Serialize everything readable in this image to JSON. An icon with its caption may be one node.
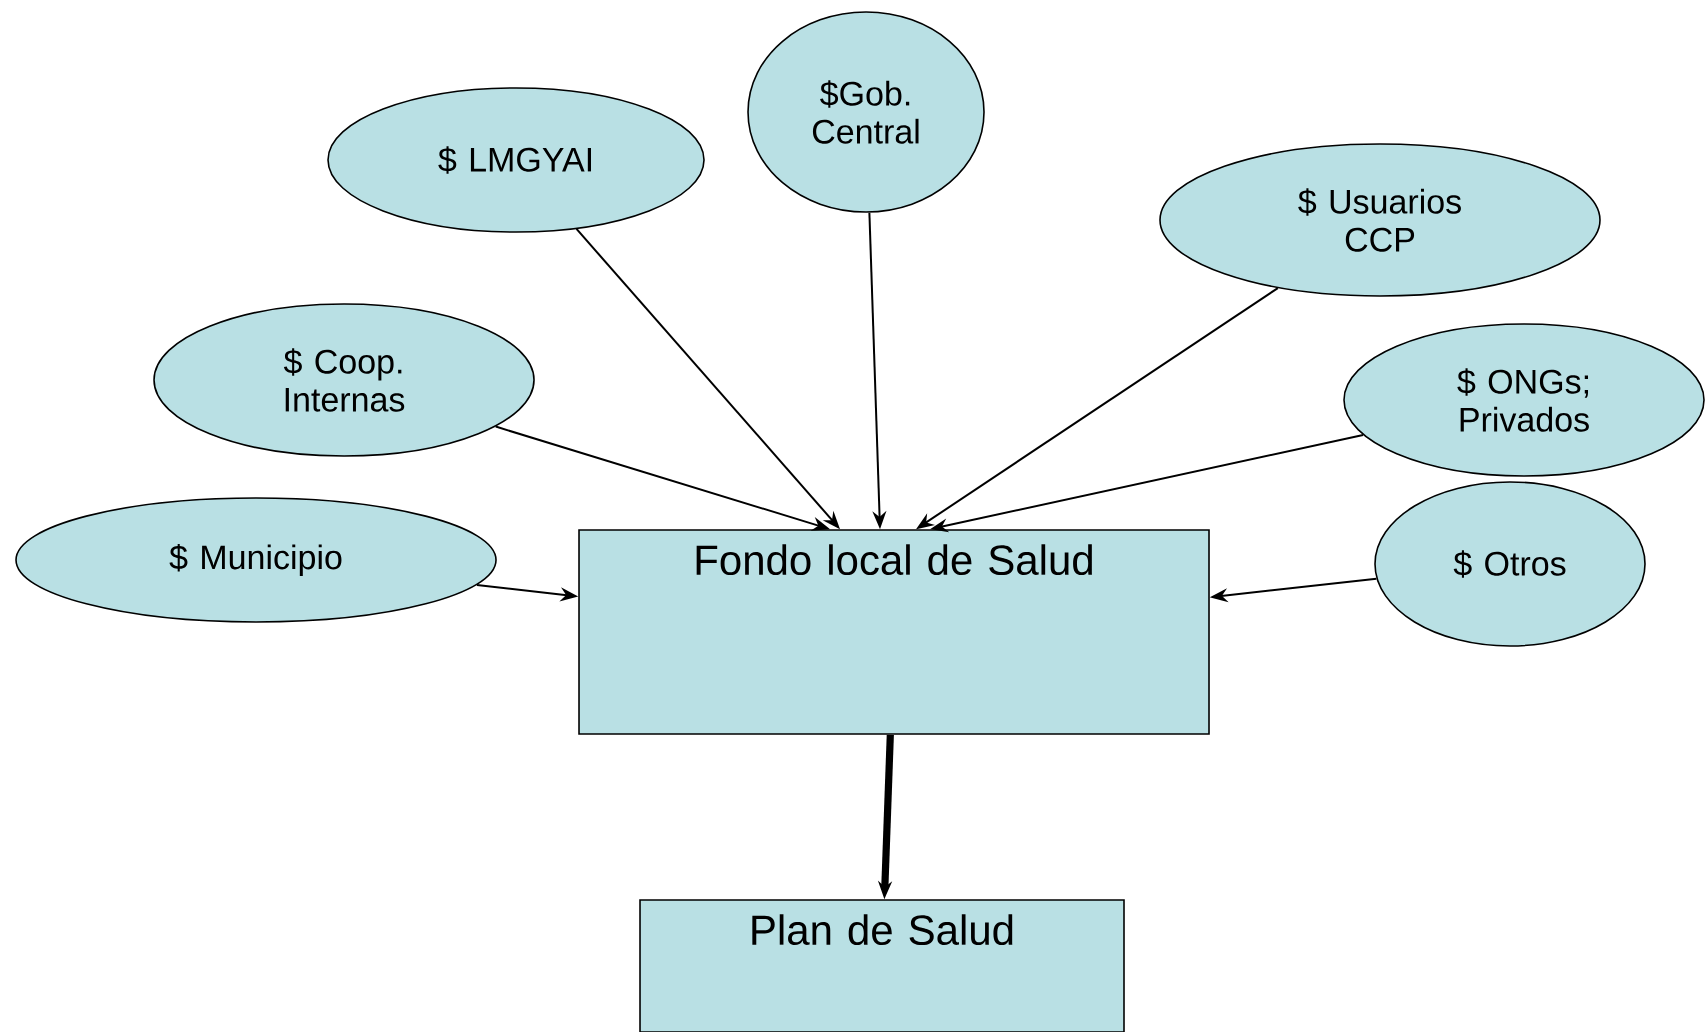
{
  "diagram": {
    "nodes": [
      {
        "text": [
          "$ LMGYAI"
        ]
      },
      {
        "text": [
          "$Gob. Central"
        ]
      },
      {
        "text": [
          "$ Usuarios CCP"
        ]
      },
      {
        "text": [
          "$ Coop. Internas"
        ]
      },
      {
        "text": [
          "$ ONGs; Privados"
        ]
      },
      {
        "text": [
          "$ Municipio"
        ]
      },
      {
        "text": [
          "$ Otros"
        ]
      },
      {
        "text": [
          "Fondo local de Salud"
        ]
      },
      {
        "text": [
          "Plan de Salud"
        ]
      }
    ],
    "edges": [
      {
        "from": 0,
        "to": 7,
        "arrow": "to"
      },
      {
        "from": 1,
        "to": 7,
        "arrow": "to"
      },
      {
        "from": 2,
        "to": 7,
        "arrow": "to"
      },
      {
        "from": 3,
        "to": 7,
        "arrow": "to"
      },
      {
        "from": 4,
        "to": 7,
        "arrow": "to"
      },
      {
        "from": 5,
        "to": 7,
        "arrow": "to"
      },
      {
        "from": 6,
        "to": 7,
        "arrow": "to"
      },
      {
        "from": 7,
        "to": 8,
        "arrow": "to",
        "style": "thick"
      }
    ]
  }
}
